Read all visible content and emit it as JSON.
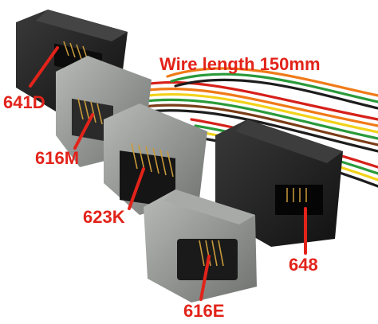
{
  "headline": "Wire length 150mm",
  "parts": {
    "p641d": "641D",
    "p616m": "616M",
    "p623k": "623K",
    "p616e": "616E",
    "p648": "648"
  },
  "colors": {
    "label_red": "#e2231a",
    "connector_black": "#1b1b1b",
    "connector_gray": "#8e918e",
    "contact_gold": "#c99a3a"
  },
  "wire_colors": [
    "#d6201a",
    "#f07a18",
    "#f2d21b",
    "#2a9a3a",
    "#1d1d1d",
    "#7a3d17"
  ]
}
